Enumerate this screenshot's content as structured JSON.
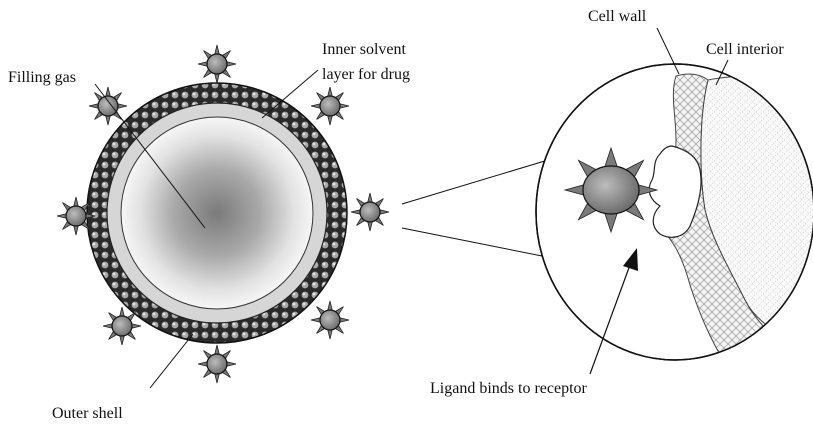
{
  "labels": {
    "filling_gas": "Filling gas",
    "inner_solvent_line1": "Inner solvent",
    "inner_solvent_line2": "layer for drug",
    "outer_shell": "Outer shell",
    "cell_wall": "Cell wall",
    "cell_interior": "Cell interior",
    "ligand_binds": "Ligand binds to receptor"
  },
  "colors": {
    "outer_shell_dark": "#2a2a2a",
    "outer_shell_bead": "#9a9a9a",
    "solvent_layer": "#d4d4d4",
    "gas_core": "#8c8c8c",
    "ligand_body": "#8a8a8a",
    "ligand_spike": "#7a7a7a",
    "cell_wall_fill": "#e8e8e8",
    "cell_interior_fill": "#f3f3f3",
    "line": "#111111"
  },
  "icons": {
    "ligand": "spiked-sphere-icon",
    "receptor": "receptor-pocket"
  }
}
